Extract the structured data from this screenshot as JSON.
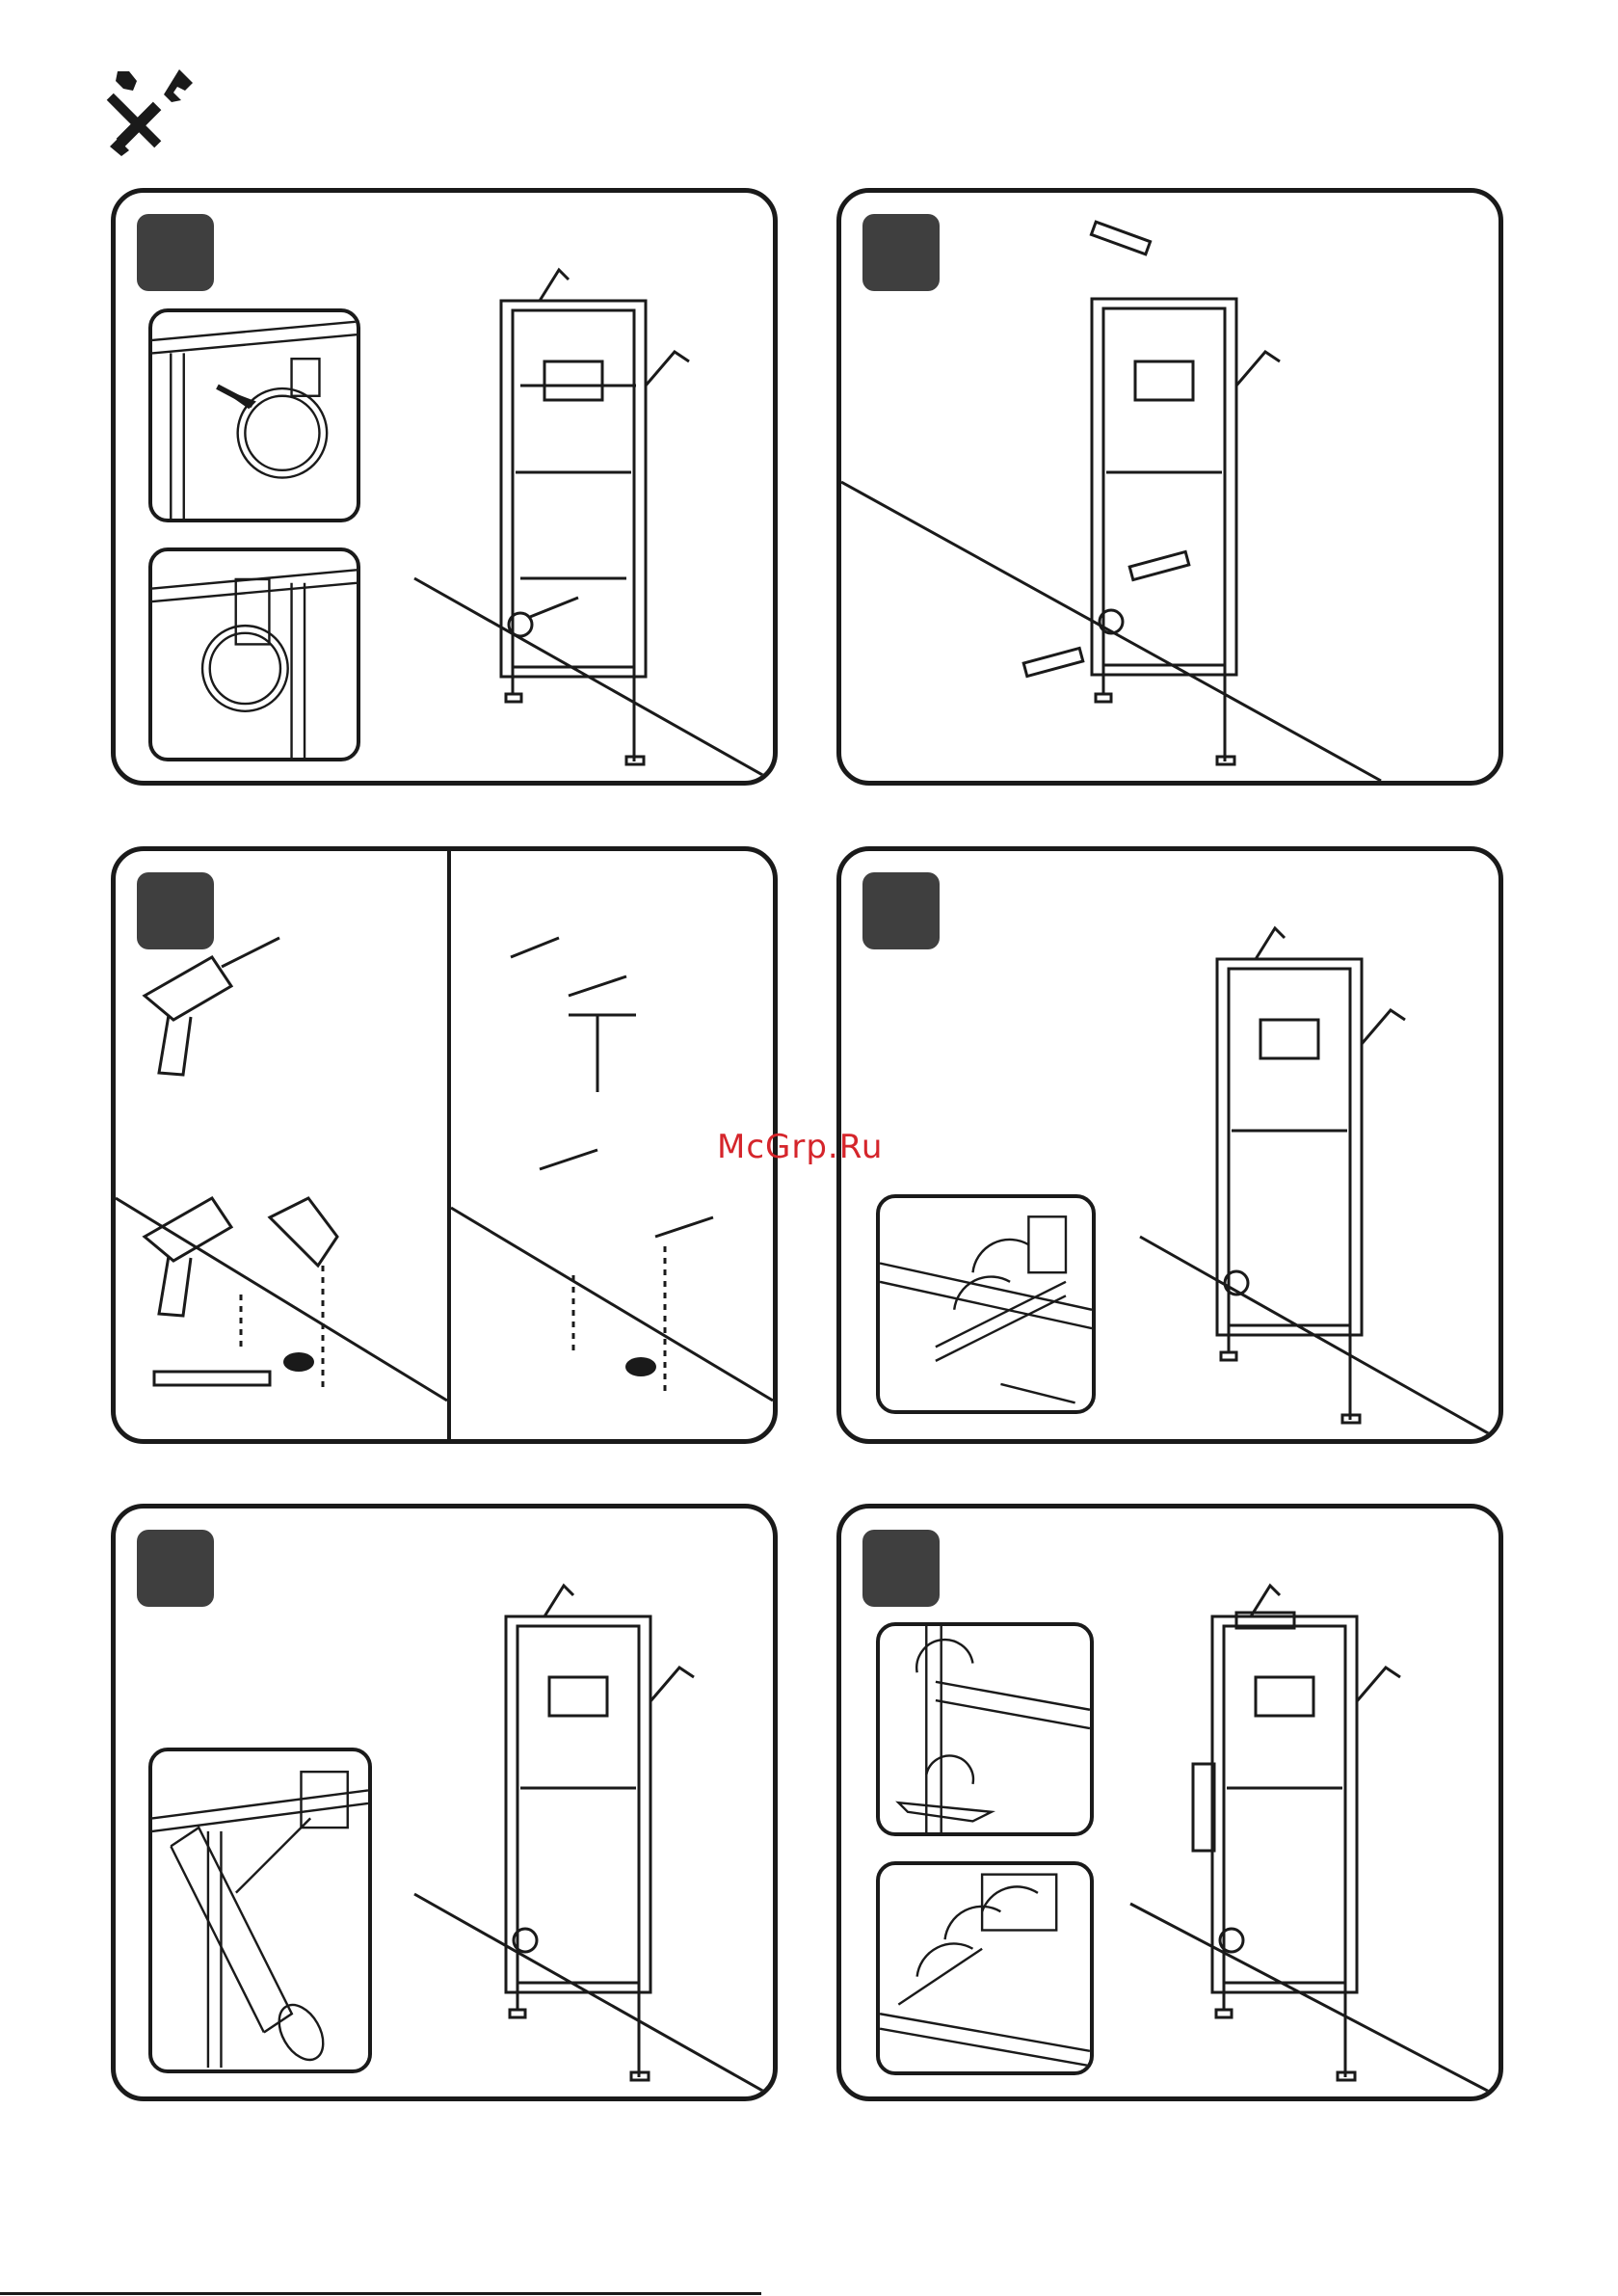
{
  "watermark": {
    "text": "McGrp.Ru",
    "color": "#d5252b"
  },
  "header": {
    "icon": "tools-icon"
  },
  "panels": [
    {
      "name": "step-1",
      "insets": [
        "clip-attach-inset",
        "clip-mounted-inset"
      ]
    },
    {
      "name": "step-2",
      "insets": []
    },
    {
      "name": "step-3",
      "insets": []
    },
    {
      "name": "step-4",
      "insets": [
        "bolt-tighten-inset"
      ]
    },
    {
      "name": "step-5",
      "insets": [
        "hacksaw-cut-inset"
      ]
    },
    {
      "name": "step-6",
      "insets": [
        "foot-adjust-inset",
        "nut-tighten-inset"
      ]
    }
  ],
  "colors": {
    "ink": "#1a1a1a",
    "badge": "#3f3f3f",
    "background": "#ffffff"
  }
}
